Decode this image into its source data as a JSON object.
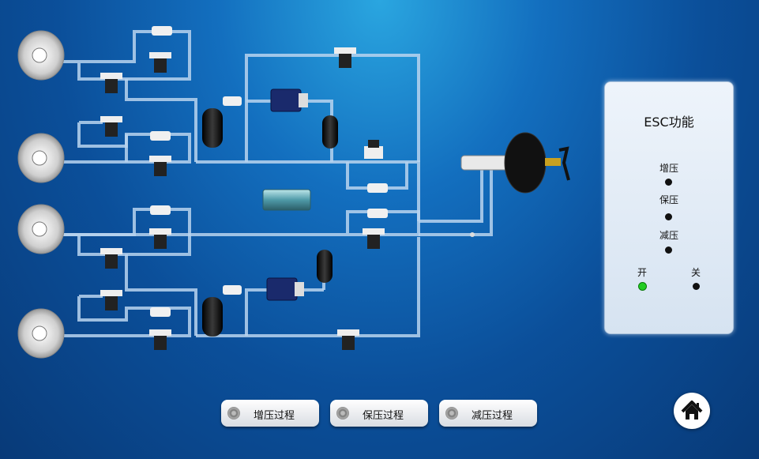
{
  "panel": {
    "title": "ESC功能",
    "modes": [
      "增压",
      "保压",
      "减压"
    ],
    "switch_on_label": "开",
    "switch_off_label": "关",
    "switch_state": "开"
  },
  "buttons": {
    "increase": "增压过程",
    "hold": "保压过程",
    "decrease": "减压过程"
  },
  "icons": {
    "home": "home-icon",
    "process": "disc-icon"
  },
  "colors": {
    "pipe": "#b9d4ee",
    "indicator_on": "#22cc22",
    "indicator_off": "#111111"
  }
}
